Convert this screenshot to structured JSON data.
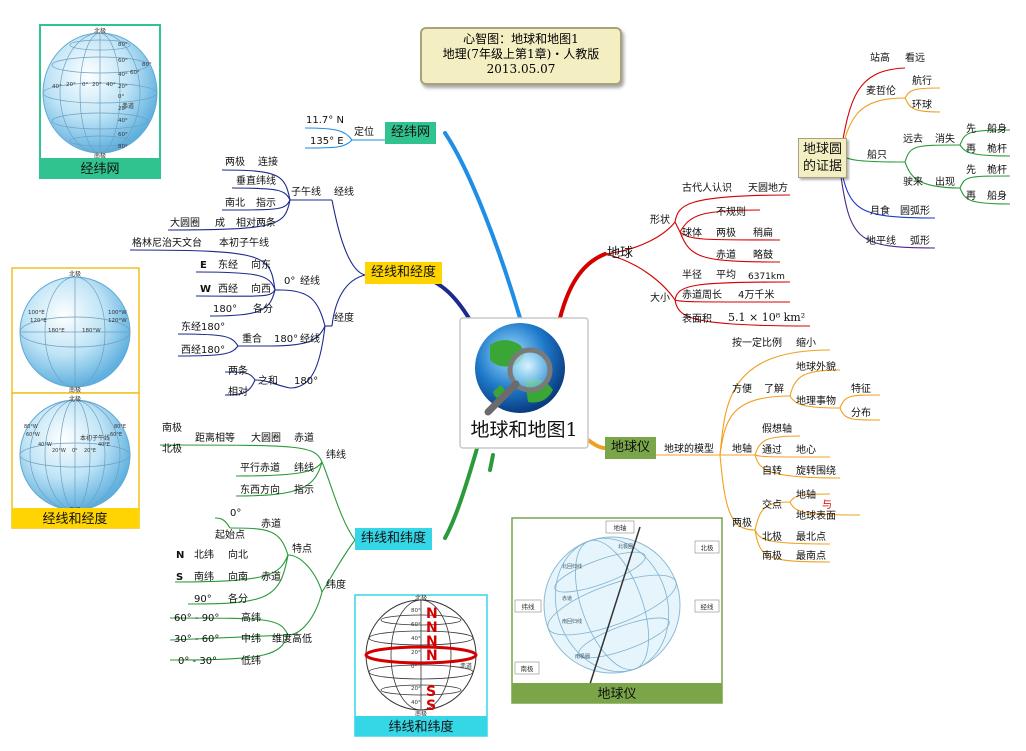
{
  "title": {
    "line1": "心智图：地球和地图1",
    "line2": "地理(7年级上第1章)・人教版",
    "line3": "2013.05.07"
  },
  "center": {
    "label": "地球和地图1",
    "icon": "globe-magnifier-icon"
  },
  "colors": {
    "jwgrid_fill": "#31c38f",
    "jxjd_fill": "#ffd400",
    "wxwd_fill": "#35d6e6",
    "dqy_fill": "#7aa549",
    "evidence_fill": "#f4efc3",
    "red": "#d40000",
    "blue": "#1e8ee6",
    "navy": "#1c2a8c",
    "green": "#2a9a3a",
    "orange": "#f0a020"
  },
  "jingweiwang": {
    "label": "经纬网",
    "dingwei": "定位",
    "lat": "11.7° N",
    "lon": "135° E"
  },
  "jingxian": {
    "label": "经线和经度",
    "ziwuxian": "子午线",
    "jingxian": "经线",
    "ziwu_items": [
      {
        "a": "两极",
        "b": "连接"
      },
      {
        "a": "垂直纬线",
        "b": ""
      },
      {
        "a": "南北",
        "b": "指示"
      },
      {
        "a": "大圆圈",
        "m": "成",
        "b": "相对两条"
      }
    ],
    "jingdu": "经度",
    "greenwich": "格林尼治天文台",
    "benchu": "本初子午线",
    "zero": "0°",
    "zero_jingxian": "经线",
    "E_letter": "E",
    "E_label": "东经",
    "E_dir": "向东",
    "W_letter": "W",
    "W_label": "西经",
    "W_dir": "向西",
    "zero_fen": "180°",
    "gefen": "各分",
    "d180": "180°",
    "d180_jingxian": "经线",
    "dong180": "东经180°",
    "xi180": "西经180°",
    "chonghe": "重合",
    "liangtiao": "两条",
    "xiangdui": "相对",
    "zhihe": "之和",
    "sum180": "180°"
  },
  "weixian": {
    "label": "纬线和纬度",
    "weixian": "纬线",
    "nanji": "南极",
    "beiji": "北极",
    "julixiangdeng": "距离相等",
    "dayuanquan": "大圆圈",
    "chidao": "赤道",
    "pingxing": "平行赤道",
    "weixian2": "纬线",
    "dongxi": "东西方向",
    "zhishi": "指示",
    "weidu": "纬度",
    "tedian": "特点",
    "zero": "0°",
    "qishidian": "起始点",
    "chidao2": "赤道",
    "N_letter": "N",
    "N_label": "北纬",
    "N_dir": "向北",
    "S_letter": "S",
    "S_label": "南纬",
    "S_dir": "向南",
    "chidao3": "赤道",
    "d90": "90°",
    "gefen": "各分",
    "r1": "60° - 90°",
    "r1l": "高纬",
    "r2": "30° - 60°",
    "r2l": "中纬",
    "r3": "0° - 30°",
    "r3l": "低纬",
    "gaodi": "维度高低"
  },
  "diqiu": {
    "label": "地球",
    "xingzhuang": "形状",
    "gudai": "古代人认识",
    "tianyuan": "天圆地方",
    "qiuti": "球体",
    "buguize": "不规则",
    "liangji": "两极",
    "shaobian": "稍扁",
    "chidao": "赤道",
    "luegu": "略鼓",
    "daxiao": "大小",
    "banjing": "半径",
    "pingjun": "平均",
    "banjing_val": "6371km",
    "zhouchang": "赤道周长",
    "zhouchang_val": "4万千米",
    "mianji": "表面积",
    "mianji_val": "5.1 × 10⁸ km²"
  },
  "evidence": {
    "label_line1": "地球圆",
    "label_line2": "的证据",
    "zhangao": "站高",
    "kanyuan": "看远",
    "maizhelun": "麦哲伦",
    "hangxing": "航行",
    "huanqiu": "环球",
    "chuanzhi": "船只",
    "yuanqu": "远去",
    "xiaoshi": "消失",
    "shilai": "驶来",
    "chuxian": "出现",
    "xian": "先",
    "zai": "再",
    "chuanshen": "船身",
    "weigan": "桅杆",
    "xian2": "先",
    "weigan2": "桅杆",
    "zai2": "再",
    "chuanshen2": "船身",
    "yueshi": "月食",
    "huxing": "圆弧形",
    "dipingxian": "地平线",
    "huxing2": "弧形"
  },
  "diqiuyi": {
    "label": "地球仪",
    "moxing": "地球的模型",
    "fangbian": "方便",
    "liaojie": "了解",
    "bili": "按一定比例",
    "suoxiao": "缩小",
    "waimao": "地球外貌",
    "shiwu": "地理事物",
    "tezheng": "特征",
    "fenbu": "分布",
    "dizhou": "地轴",
    "jiaxiang": "假想轴",
    "tongguo": "通过",
    "dixin": "地心",
    "zizhuan": "自转",
    "xuanzhuan": "旋转围绕",
    "liangji": "两极",
    "jiaodian": "交点",
    "dizhou2": "地轴",
    "yu": "与",
    "biaomian": "地球表面",
    "beiji": "北极",
    "zuibei": "最北点",
    "nanji": "南极",
    "zuinan": "最南点"
  },
  "thumbs": {
    "jwgrid": {
      "caption": "经纬网",
      "beiji": "北极",
      "nanji": "南极",
      "chidao": "赤道",
      "lats": [
        "80°",
        "60°",
        "40°",
        "20°",
        "0°",
        "20°",
        "40°",
        "60°",
        "80°"
      ],
      "lons": [
        "40°",
        "20°",
        "0°",
        "20°",
        "40°",
        "60°",
        "80°"
      ]
    },
    "jxjd": {
      "caption": "经线和经度",
      "beiji": "北极",
      "nanji": "南极",
      "beiji2": "北极",
      "nanji2": "南极",
      "benchu": "本初子午线",
      "lon_e": [
        "100°E",
        "120°E",
        "180°E"
      ],
      "lon_w": [
        "180°W",
        "100°W",
        "120°W"
      ],
      "lon_lower": [
        "80°W",
        "60°W",
        "40°W",
        "20°W",
        "0°",
        "20°E",
        "40°E",
        "60°E",
        "80°E"
      ]
    },
    "wxwd": {
      "caption": "纬线和纬度",
      "beiji": "北极",
      "nanji": "南极",
      "chidao": "赤道",
      "letters": [
        "N",
        "N",
        "N",
        "N",
        "S",
        "S"
      ],
      "lats": [
        "80°",
        "60°",
        "40°",
        "20°",
        "0°",
        "20°",
        "40°"
      ]
    },
    "dqy": {
      "caption": "地球仪",
      "dizhou": "地轴",
      "beiji": "北极",
      "weixian": "纬线",
      "jingxian": "经线",
      "nanji": "南极",
      "beihuigui": "北回归线",
      "chidao": "赤道",
      "nanhuigui": "南回归线",
      "beijiquan": "北极圈",
      "nanjiquan": "南极圈"
    }
  }
}
